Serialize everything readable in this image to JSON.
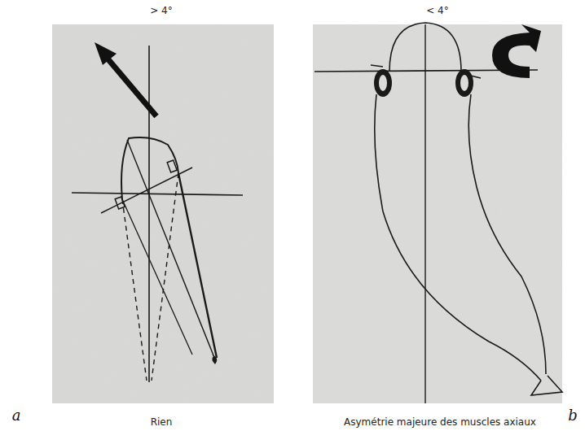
{
  "diagram": {
    "labels": [
      "> 4°",
      "< 4°",
      "a",
      "b",
      "Rien",
      "Asymétrie majeure des muscles axiaux"
    ]
  }
}
